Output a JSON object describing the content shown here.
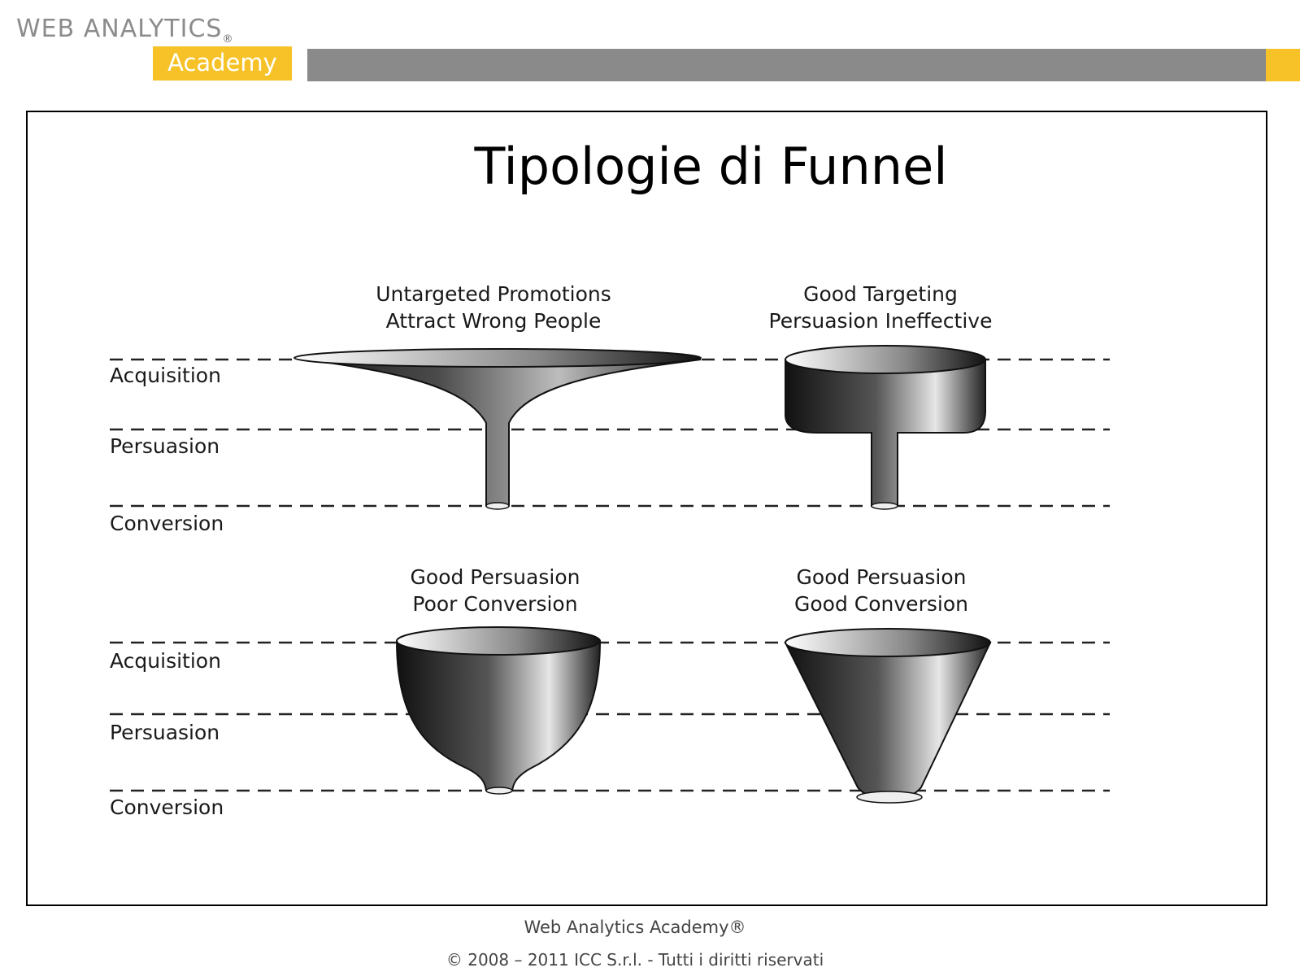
{
  "header": {
    "logo_text": "WEB ANALYTICS",
    "logo_reg": "®",
    "logo_sub": "Academy",
    "brand_yellow": "#f6c227",
    "bar_gray": "#8a8a8a"
  },
  "slide": {
    "title": "Tipologie di Funnel"
  },
  "diagram": {
    "stages_top": [
      "Acquisition",
      "Persuasion",
      "Conversion"
    ],
    "stages_bottom": [
      "Acquisition",
      "Persuasion",
      "Conversion"
    ],
    "funnels": [
      {
        "caption_line1": "Untargeted Promotions",
        "caption_line2": "Attract Wrong People"
      },
      {
        "caption_line1": "Good Targeting",
        "caption_line2": "Persuasion Ineffective"
      },
      {
        "caption_line1": "Good Persuasion",
        "caption_line2": "Poor Conversion"
      },
      {
        "caption_line1": "Good Persuasion",
        "caption_line2": "Good Conversion"
      }
    ]
  },
  "footer": {
    "line1": "Web Analytics Academy®",
    "line2": "© 2008 – 2011 ICC S.r.l. - Tutti i diritti riservati"
  }
}
